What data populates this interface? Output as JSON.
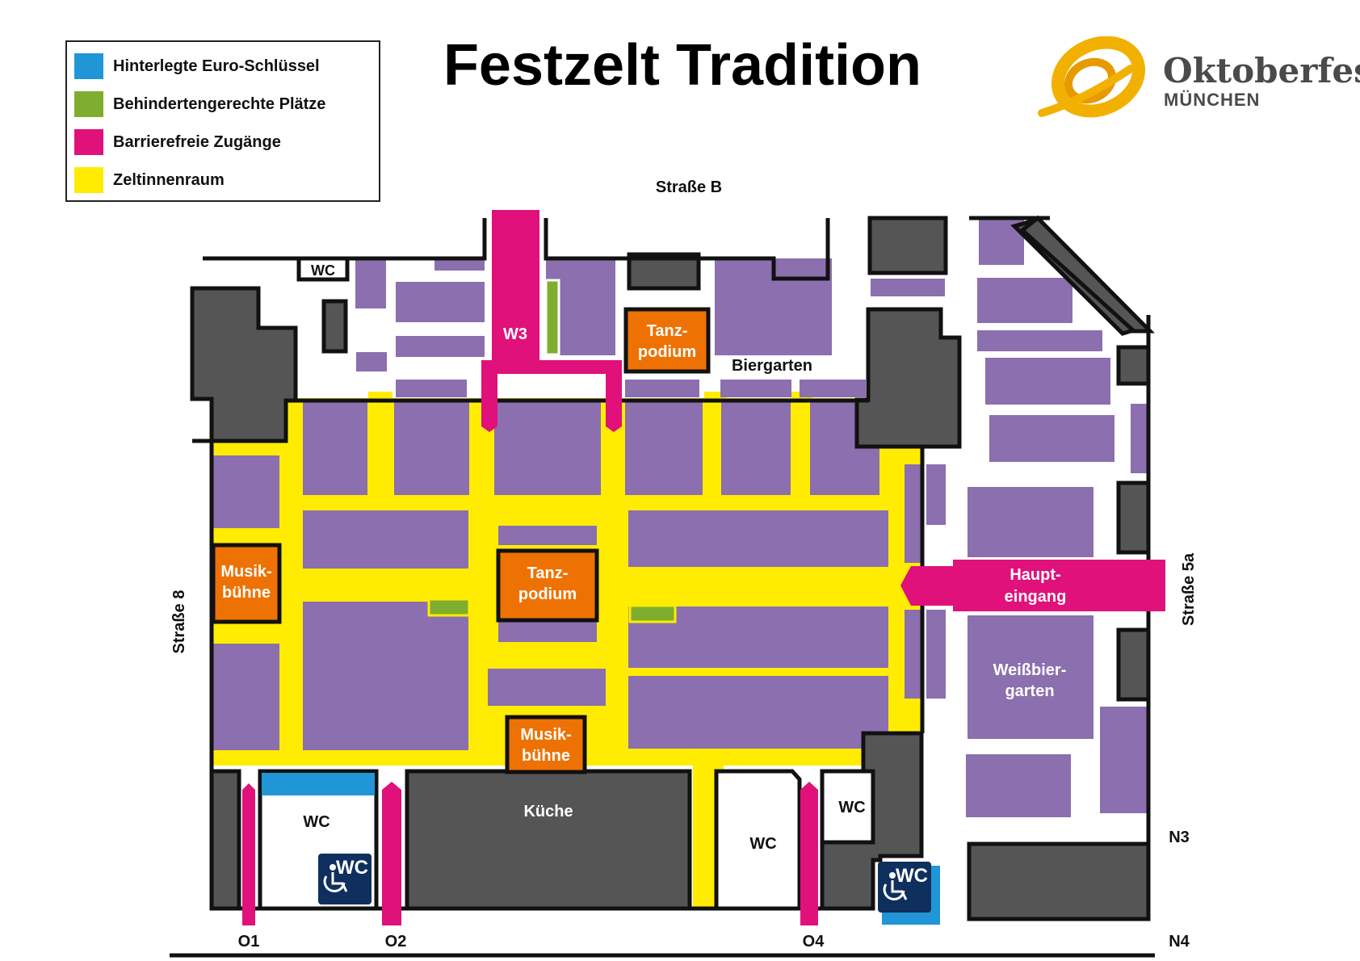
{
  "title": "Festzelt Tradition",
  "logo": {
    "word": "Oktoberfest",
    "city": "MÜNCHEN"
  },
  "legend": [
    {
      "label": "Hinterlegte Euro-Schlüssel",
      "color": "#2196d6"
    },
    {
      "label": "Behindertengerechte Plätze",
      "color": "#7fae2e"
    },
    {
      "label": "Barrierefreie Zugänge",
      "color": "#e0117a"
    },
    {
      "label": "Zeltinnenraum",
      "color": "#ffec00"
    }
  ],
  "colors": {
    "seating": "#8b6fae",
    "interior": "#ffec00",
    "stage": "#ee7203",
    "access": "#e0117a",
    "building": "#555555",
    "accessible_seats": "#7fae2e",
    "euro_key": "#2196d6",
    "wc_sign": "#0f2f5e"
  },
  "streets": {
    "north": "Straße B",
    "west": "Straße 8",
    "east": "Straße 5a"
  },
  "labels": {
    "w3": "W3",
    "tanzpodium_top": [
      "Tanz-",
      "podium"
    ],
    "biergarten": "Biergarten",
    "musikbuehne_left": [
      "Musik-",
      "bühne"
    ],
    "tanzpodium_center": [
      "Tanz-",
      "podium"
    ],
    "haupteingang": [
      "Haupt-",
      "eingang"
    ],
    "weissbiergarten": [
      "Weißbier-",
      "garten"
    ],
    "musikbuehne_bottom": [
      "Musik-",
      "bühne"
    ],
    "kueche": "Küche",
    "wc": "WC",
    "wc_accessible": "WC"
  },
  "exits": [
    "O1",
    "O2",
    "O4",
    "N3",
    "N4"
  ]
}
